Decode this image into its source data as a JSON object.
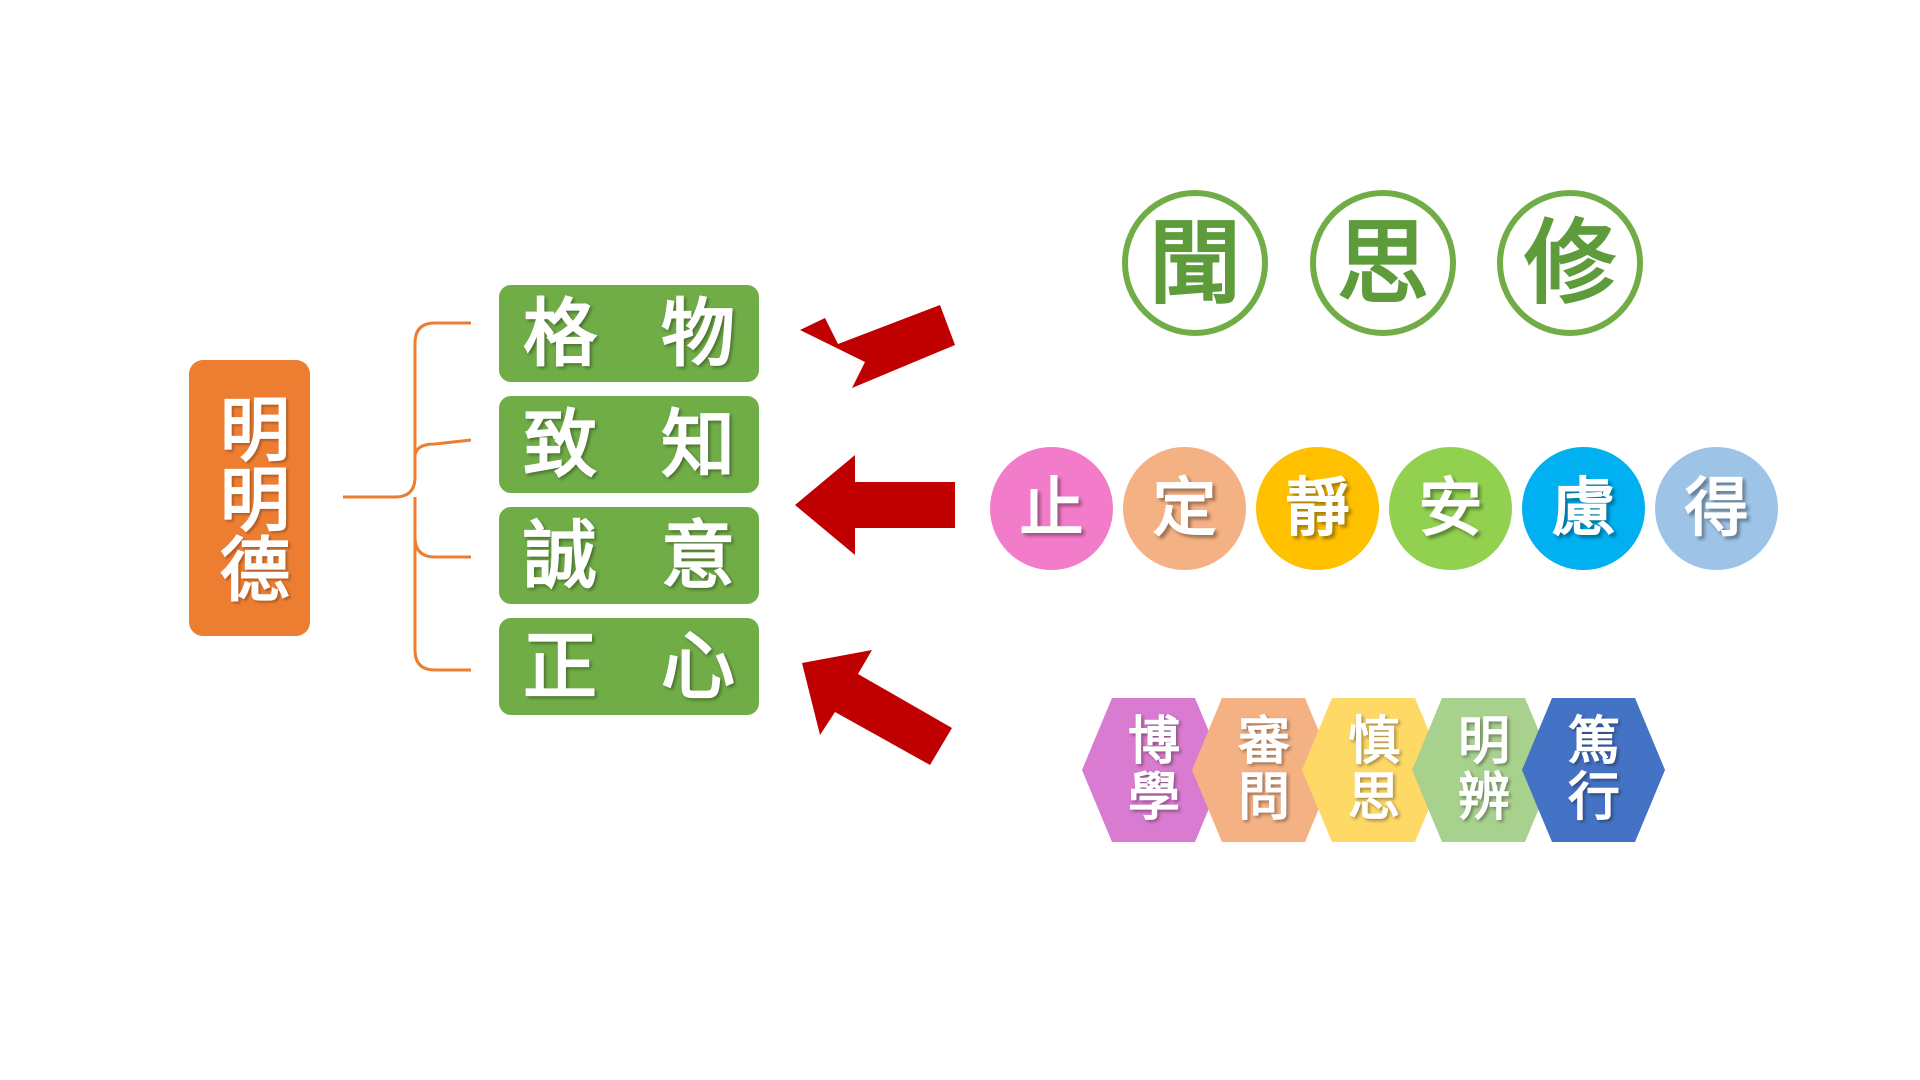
{
  "root": {
    "label": "明明德",
    "color": "#ED7D31"
  },
  "branches": [
    {
      "left": "格",
      "right": "物"
    },
    {
      "left": "致",
      "right": "知"
    },
    {
      "left": "誠",
      "right": "意"
    },
    {
      "left": "正",
      "right": "心"
    }
  ],
  "branch_color": "#70AD47",
  "arrow_color": "#C00000",
  "outlined_circles": [
    {
      "label": "聞"
    },
    {
      "label": "思"
    },
    {
      "label": "修"
    }
  ],
  "steps": [
    {
      "label": "止",
      "color": "#F27CC9"
    },
    {
      "label": "定",
      "color": "#F4B183"
    },
    {
      "label": "靜",
      "color": "#FFC000"
    },
    {
      "label": "安",
      "color": "#92D050"
    },
    {
      "label": "慮",
      "color": "#00B0F0"
    },
    {
      "label": "得",
      "color": "#9DC3E6"
    }
  ],
  "hexagons": [
    {
      "top": "博",
      "bottom": "學",
      "color": "#D97BD0"
    },
    {
      "top": "審",
      "bottom": "問",
      "color": "#F4B183"
    },
    {
      "top": "慎",
      "bottom": "思",
      "color": "#FFD966"
    },
    {
      "top": "明",
      "bottom": "辨",
      "color": "#A9D18E"
    },
    {
      "top": "篤",
      "bottom": "行",
      "color": "#4472C4"
    }
  ]
}
